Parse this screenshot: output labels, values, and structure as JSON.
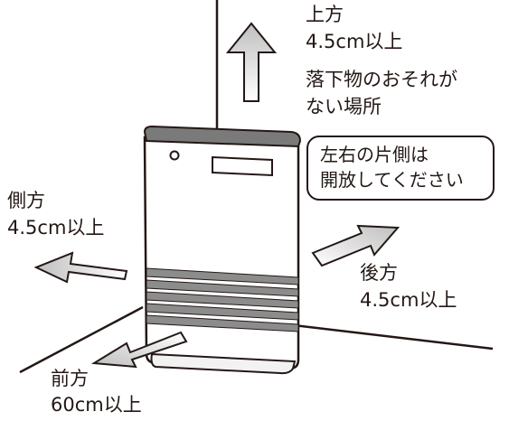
{
  "labels": {
    "top": {
      "direction": "上方",
      "clearance": "4.5cm以上",
      "note_line1": "落下物のおそれが",
      "note_line2": "ない場所"
    },
    "side": {
      "direction": "側方",
      "clearance": "4.5cm以上"
    },
    "back": {
      "direction": "後方",
      "clearance": "4.5cm以上"
    },
    "front": {
      "direction": "前方",
      "clearance": "60cm以上"
    }
  },
  "callout": {
    "line1": "左右の片側は",
    "line2": "開放してください"
  },
  "colors": {
    "line": "#231815",
    "arrow_fill": "#d9d9d9",
    "grille": "#8c8c8c",
    "heater_top": "#7a7a7a"
  }
}
